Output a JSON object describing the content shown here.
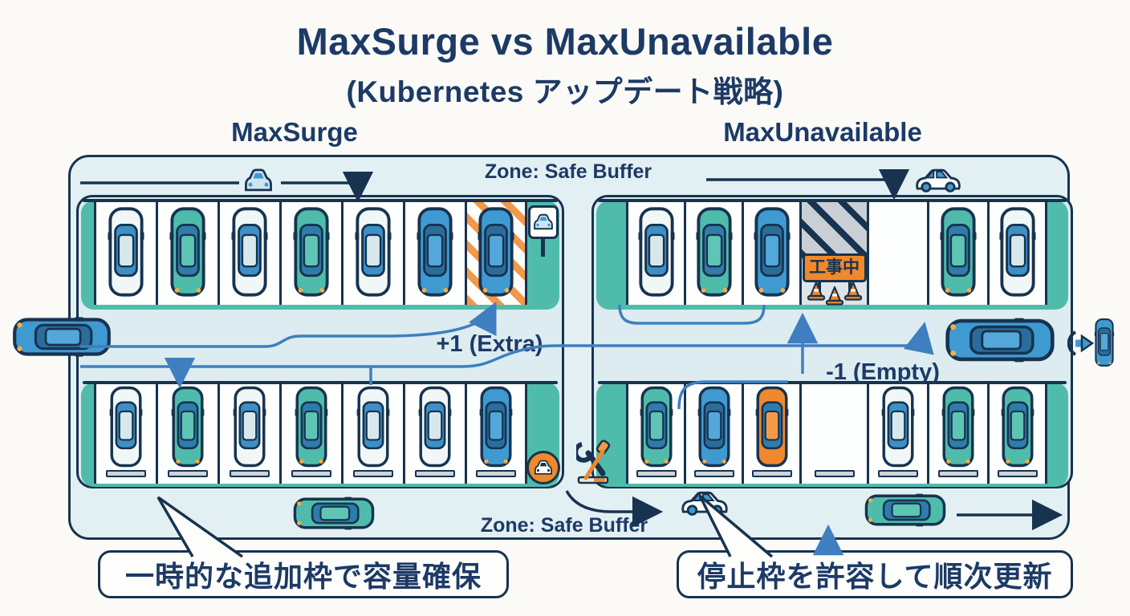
{
  "title": {
    "main": "MaxSurge vs MaxUnavailable",
    "subtitle": "(Kubernetes アップデート戦略)"
  },
  "columns": {
    "left": "MaxSurge",
    "right": "MaxUnavailable"
  },
  "zones": {
    "top": "Zone: Safe Buffer",
    "bottom": "Zone: Safe Buffer"
  },
  "annotations": {
    "surge": "+1 (Extra)",
    "unavailable": "-1 (Empty)",
    "construction_sign": "工事中"
  },
  "captions": {
    "left": "一時的な追加枠で容量確保",
    "right": "停止枠を許容して順次更新"
  },
  "lots": {
    "left": {
      "top_row": [
        "white",
        "teal",
        "white",
        "teal",
        "white",
        "blue",
        "blue_striped"
      ],
      "bottom_row": [
        "white",
        "teal",
        "white",
        "teal",
        "white",
        "white",
        "blue"
      ]
    },
    "right": {
      "top_row": [
        "white",
        "teal",
        "blue",
        "construction",
        "empty",
        "teal",
        "white"
      ],
      "bottom_row": [
        "teal",
        "blue",
        "orange",
        "empty",
        "white",
        "teal",
        "teal"
      ]
    }
  },
  "icons": {
    "top_left_line": "car-front-icon",
    "top_right_line": "car-side-icon",
    "surge_slot_sign": "parking-sign-icon",
    "updated_badge": "car-badge-icon",
    "maintenance": "wrench-screwdriver-icon",
    "construction": "traffic-cones-icon",
    "exit": "exit-arrow-icon"
  },
  "colors": {
    "navy_text": "#1d3a66",
    "navy_line": "#17334f",
    "teal": "#4fbcab",
    "car_blue": "#3f9ad2",
    "orange": "#f0882c",
    "arrow_blue": "#3f7fbf",
    "lot_bg": "#dcecf0",
    "area_bg": "#e3f0f3",
    "stopper_gray": "#ccd3d9"
  }
}
